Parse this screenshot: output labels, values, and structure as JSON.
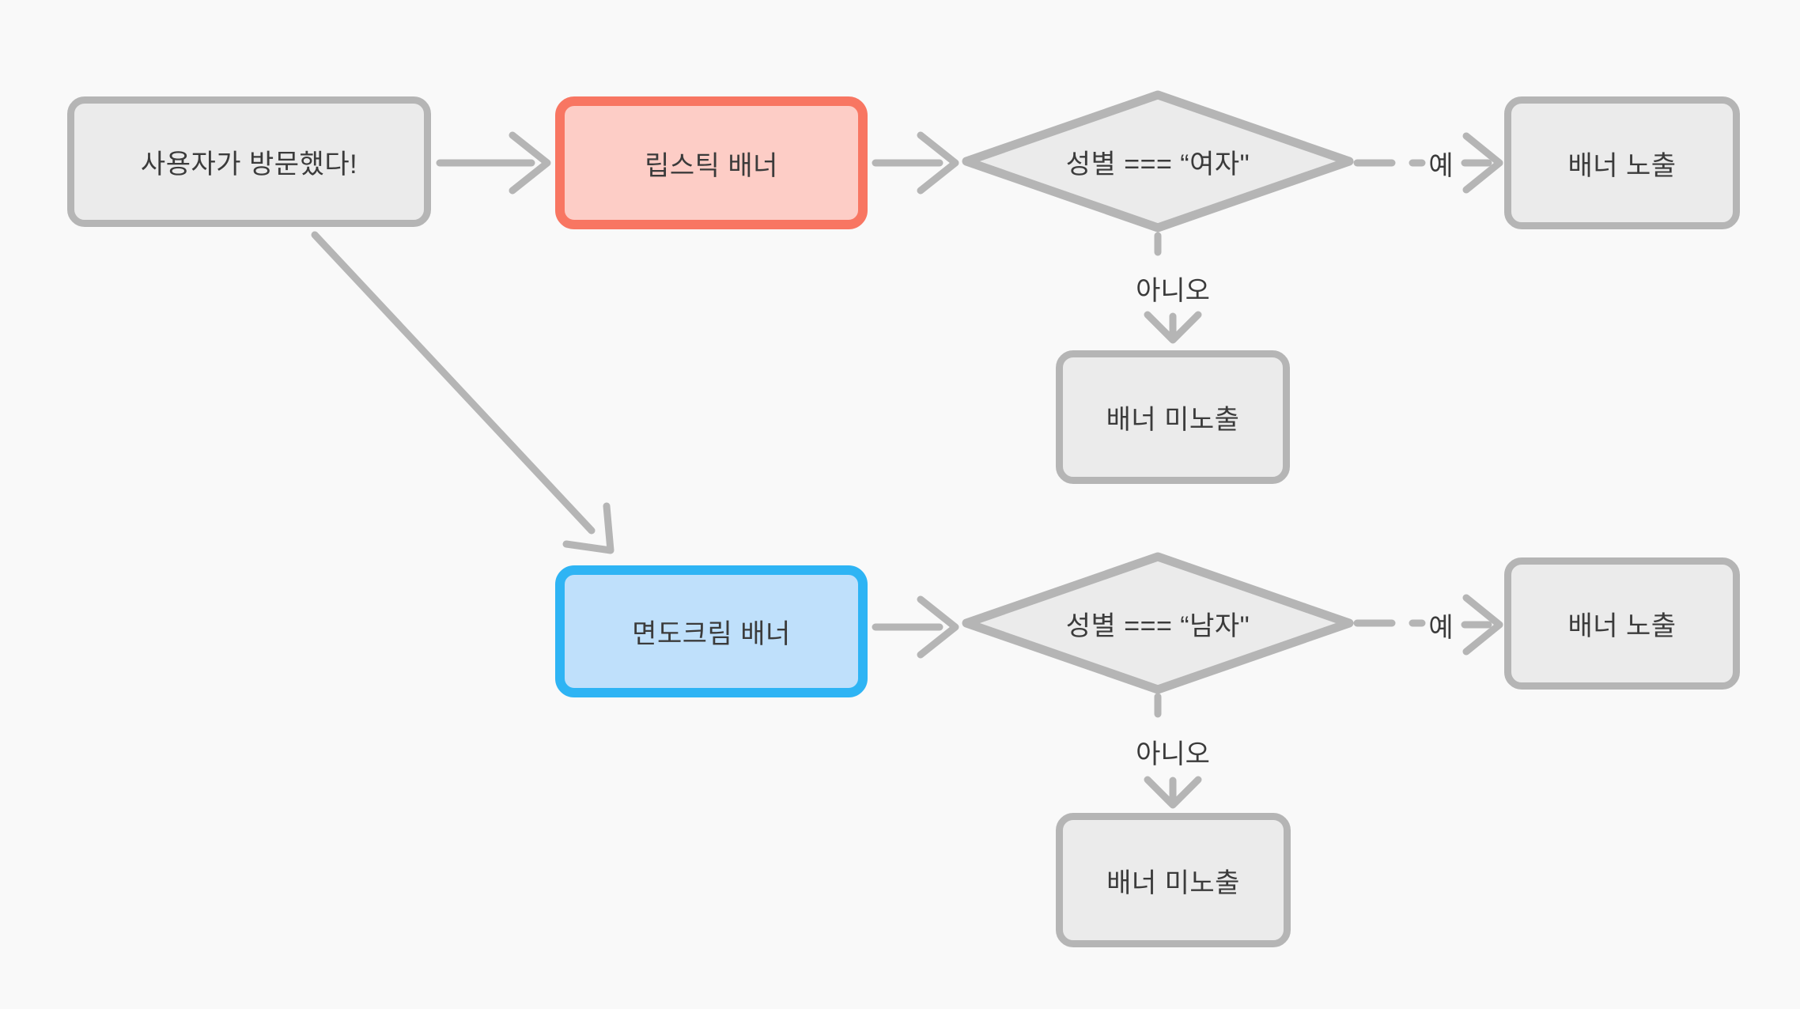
{
  "diagram": {
    "type": "flowchart",
    "background_color": "#f9f9f9",
    "colors": {
      "node_fill": "#ebebeb",
      "node_border": "#b5b5b5",
      "edge_stroke": "#b5b5b5",
      "text": "#3b3b3b",
      "lipstick_node_fill": "#fdcdc6",
      "lipstick_node_border": "#f87662",
      "shaving_node_fill": "#bfe0fb",
      "shaving_node_border": "#2eb4f4"
    },
    "nodes": {
      "start": {
        "label": "사용자가 방문했다!"
      },
      "lipstick_banner": {
        "label": "립스틱 배너"
      },
      "lipstick_condition": {
        "label": "성별 === “여자\""
      },
      "lipstick_yes_result": {
        "label": "배너 노출"
      },
      "lipstick_no_result": {
        "label": "배너 미노출"
      },
      "shaving_banner": {
        "label": "면도크림 배너"
      },
      "shaving_condition": {
        "label": "성별 === “남자\""
      },
      "shaving_yes_result": {
        "label": "배너 노출"
      },
      "shaving_no_result": {
        "label": "배너 미노출"
      }
    },
    "edge_labels": {
      "lipstick_yes": "예",
      "lipstick_no": "아니오",
      "shaving_yes": "예",
      "shaving_no": "아니오"
    }
  }
}
